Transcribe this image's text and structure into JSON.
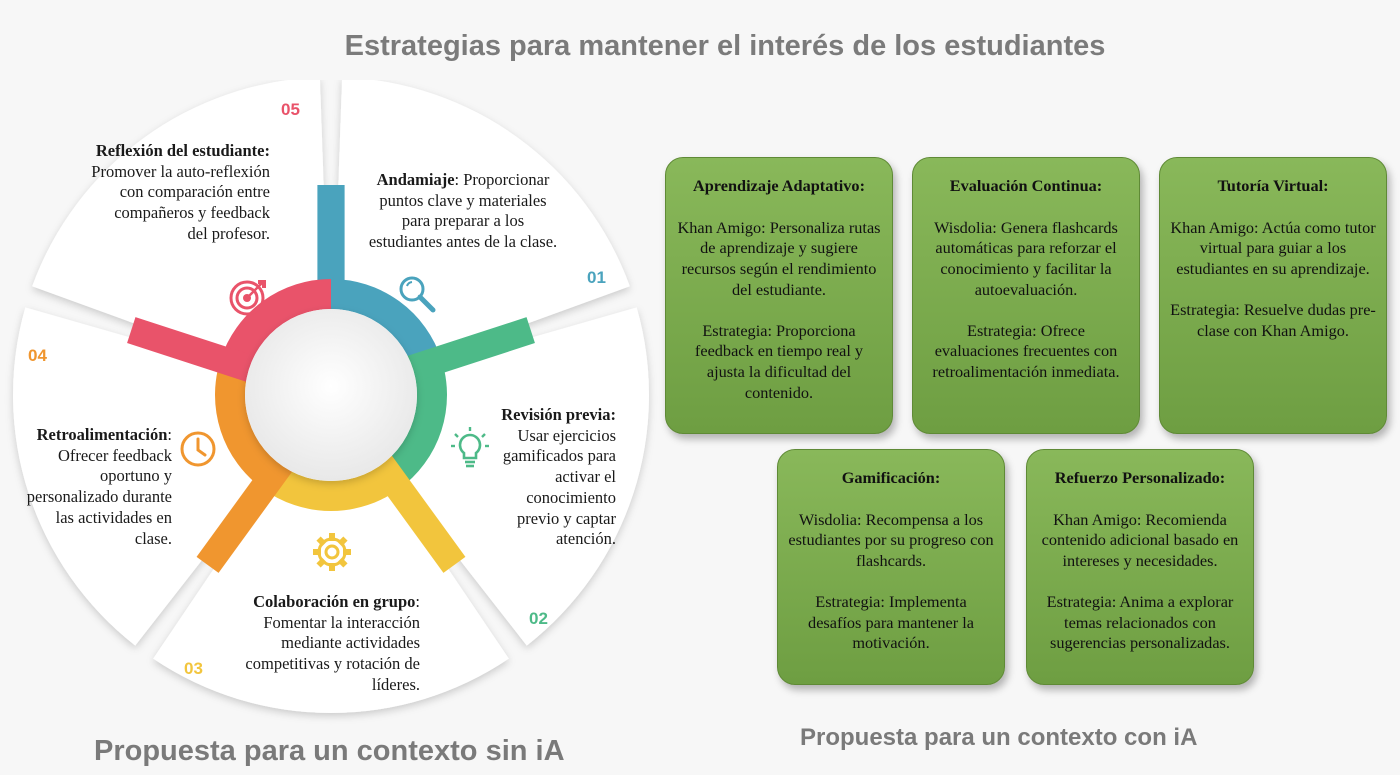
{
  "title": "Estrategias para mantener el interés de los estudiantes",
  "footers": {
    "left": "Propuesta para un contexto sin iA",
    "right": "Propuesta para un contexto con iA"
  },
  "segments": [
    {
      "num": "01",
      "color": "#4aa3bd",
      "icon": "search-icon",
      "title": "Andamiaje",
      "rest": ": Proporcionar puntos clave y materiales para preparar a los estudiantes antes de la clase."
    },
    {
      "num": "02",
      "color": "#4dba88",
      "icon": "lightbulb-icon",
      "title": "Revisión previa:",
      "rest": " Usar ejercicios gamificados para activar el conocimiento previo y captar atención."
    },
    {
      "num": "03",
      "color": "#f2c53d",
      "icon": "gear-icon",
      "title": "Colaboración en grupo",
      "rest": ": Fomentar la interacción mediante actividades competitivas y rotación de líderes."
    },
    {
      "num": "04",
      "color": "#f0962f",
      "icon": "clock-icon",
      "title": "Retroalimentación",
      "rest": ": Ofrecer feedback oportuno y personalizado durante las actividades en clase."
    },
    {
      "num": "05",
      "color": "#e9536a",
      "icon": "target-icon",
      "title": "Reflexión del estudiante:",
      "rest": " Promover la auto-reflexión con comparación entre compañeros y feedback del profesor."
    }
  ],
  "cards": [
    {
      "title": "Aprendizaje Adaptativo:",
      "tool": "Khan Amigo: Personaliza rutas de aprendizaje y sugiere recursos según el rendimiento del estudiante.",
      "strategy": "Estrategia: Proporciona feedback en tiempo real y ajusta la dificultad del contenido."
    },
    {
      "title": "Evaluación Continua:",
      "tool": "Wisdolia: Genera flashcards automáticas para reforzar el conocimiento y facilitar la autoevaluación.",
      "strategy": "Estrategia: Ofrece evaluaciones frecuentes con retroalimentación inmediata."
    },
    {
      "title": "Tutoría Virtual:",
      "tool": "Khan Amigo: Actúa como tutor virtual para guiar a los estudiantes en su aprendizaje.",
      "strategy": "Estrategia: Resuelve dudas pre-clase con Khan Amigo."
    },
    {
      "title": "Gamificación:",
      "tool": "Wisdolia: Recompensa a los estudiantes por su progreso con flashcards.",
      "strategy": "Estrategia: Implementa desafíos para mantener la motivación."
    },
    {
      "title": "Refuerzo Personalizado:",
      "tool": "Khan Amigo: Recomienda contenido adicional basado en intereses y necesidades.",
      "strategy": "Estrategia: Anima a explorar temas relacionados con sugerencias personalizadas."
    }
  ]
}
